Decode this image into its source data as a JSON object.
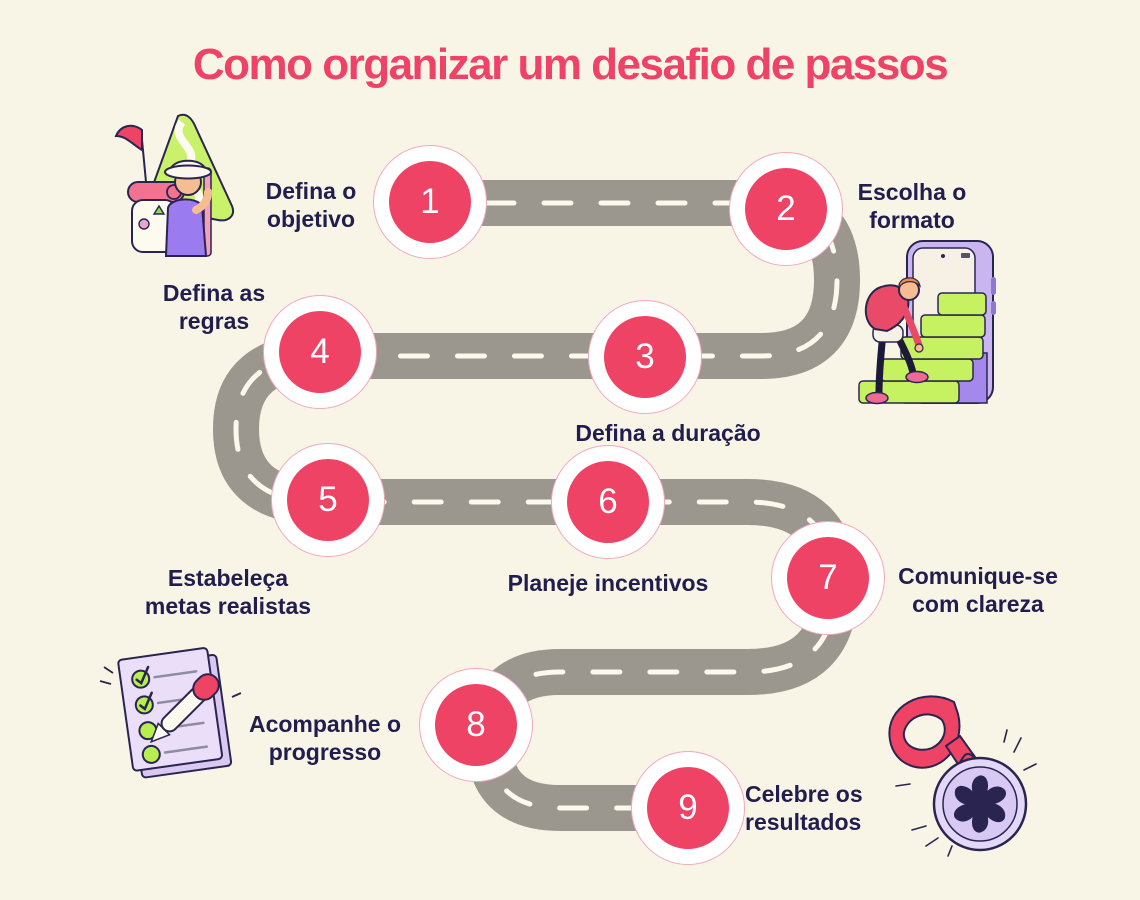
{
  "title": "Como organizar um desafio de passos",
  "steps": [
    {
      "number": "1",
      "label": "Defina o objetivo"
    },
    {
      "number": "2",
      "label": "Escolha o formato"
    },
    {
      "number": "3",
      "label": "Defina a duração"
    },
    {
      "number": "4",
      "label": "Defina as regras"
    },
    {
      "number": "5",
      "label": "Estabeleça metas realistas"
    },
    {
      "number": "6",
      "label": "Planeje incentivos"
    },
    {
      "number": "7",
      "label": "Comunique-se com clareza"
    },
    {
      "number": "8",
      "label": "Acompanhe o progresso"
    },
    {
      "number": "9",
      "label": "Celebre os resultados"
    }
  ],
  "illustrations": [
    {
      "name": "hiker-with-backpack-and-trail-map"
    },
    {
      "name": "person-tying-shoe-on-steps-beside-phone"
    },
    {
      "name": "checklist-with-pen"
    },
    {
      "name": "medal-with-ribbon"
    }
  ],
  "colors": {
    "background": "#f8f5e7",
    "title_pink": "#ee4266",
    "accent_pink": "#ee4365",
    "text_navy": "#211d4e",
    "road_gray": "#9b968e",
    "road_dash": "#fbf8ec",
    "illustration_green": "#c6f160",
    "illustration_purple": "#a488ec",
    "illustration_lavender": "#eadef9"
  }
}
